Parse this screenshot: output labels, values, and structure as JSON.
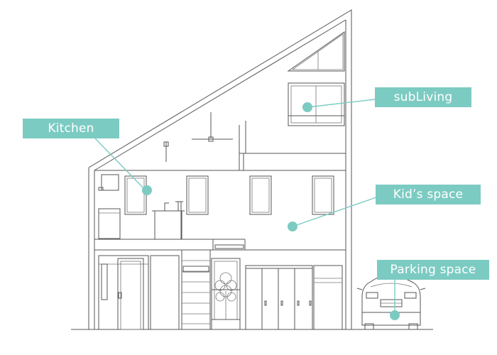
{
  "labels": {
    "kitchen": "Kitchen",
    "subliving": "subLiving",
    "kids_space": "Kid’s space",
    "parking_space": "Parking space"
  },
  "colors": {
    "accent": "#7ccbc2",
    "line": "#555555",
    "background": "#ffffff"
  }
}
